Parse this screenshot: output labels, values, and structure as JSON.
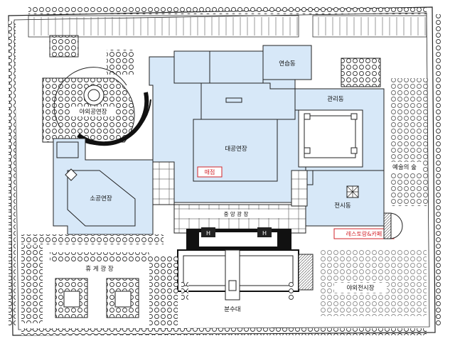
{
  "labels": {
    "outdoor_stage": "야외공연장",
    "rehearsal_hall": "연습동",
    "main_theater": "대공연장",
    "ticket_office": "매점",
    "admin_building": "관리동",
    "art_forest": "예술의 숲",
    "small_theater": "소공연장",
    "exhibition_hall": "전시동",
    "restaurant_cafe": "레스토랑&카페",
    "central_plaza": "중 앙 광 장",
    "rest_plaza": "휴 게 광 장",
    "outdoor_exhibition": "야외전시장",
    "fountain": "분수대",
    "entrance_mark_left": "H",
    "entrance_mark_right": "H"
  },
  "colors": {
    "building_fill": "#d7e8f8",
    "outline": "#222222",
    "highlight_red": "#d2232a",
    "tree_outline": "#333333",
    "ground": "#ffffff"
  }
}
